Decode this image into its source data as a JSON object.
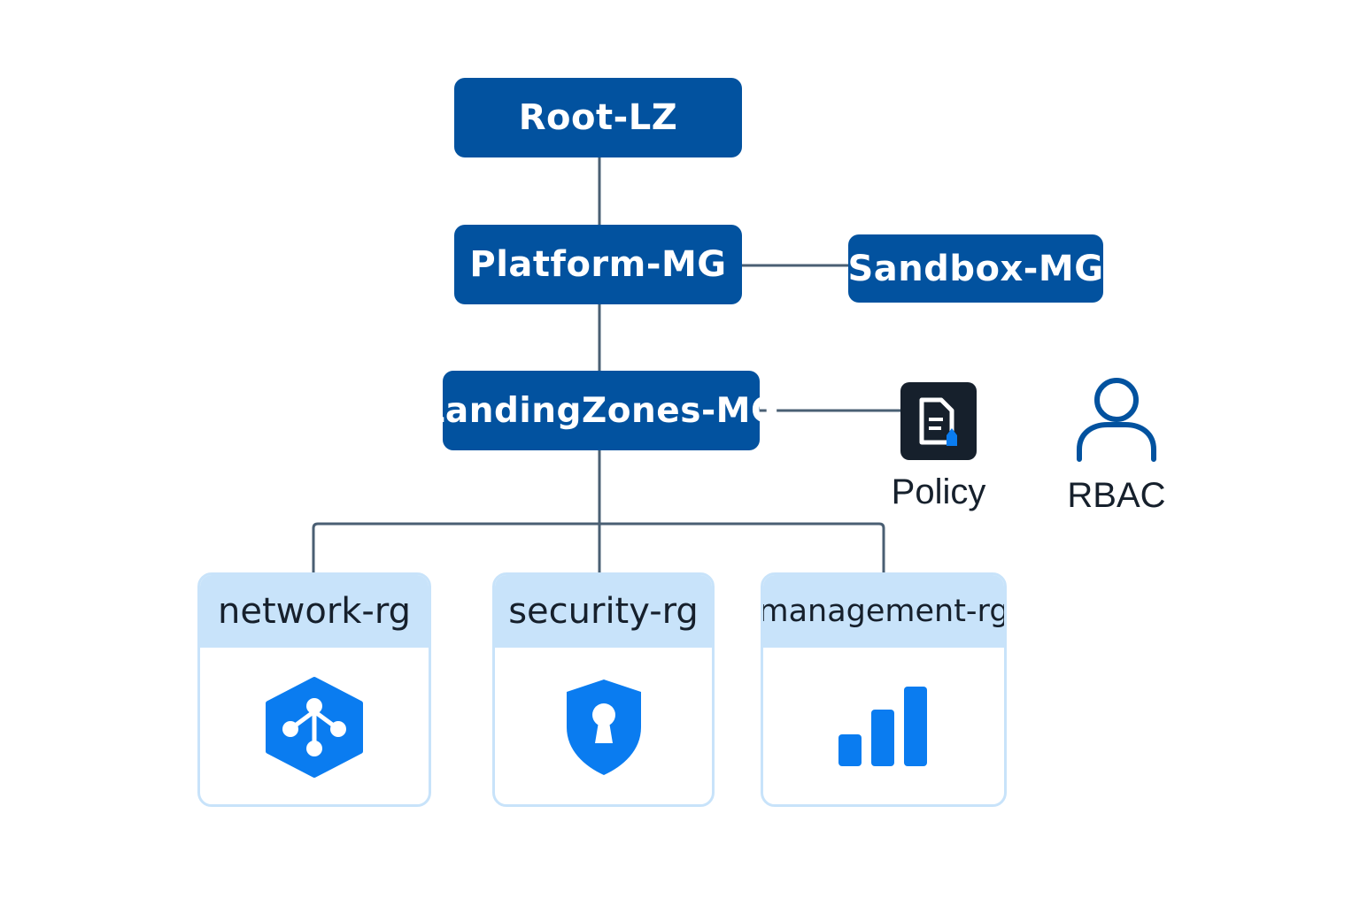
{
  "diagram": {
    "nodes": {
      "root": "Root-LZ",
      "platform": "Platform-MG",
      "sandbox": "Sandbox-MG",
      "landing_zones": "LandingZones-MG"
    },
    "resource_groups": [
      {
        "label": "network-rg",
        "icon": "network-hub-icon"
      },
      {
        "label": "security-rg",
        "icon": "shield-lock-icon"
      },
      {
        "label": "management-rg",
        "icon": "bar-chart-icon"
      }
    ],
    "legend": [
      {
        "label": "Policy",
        "icon": "policy-document-icon"
      },
      {
        "label": "RBAC",
        "icon": "user-icon"
      }
    ],
    "colors": {
      "management_group": "#02529f",
      "resource_group_header": "#c8e3fa",
      "icon_accent": "#0a7cf0",
      "connector": "#4a5f73",
      "policy_tile": "#16202c"
    }
  }
}
